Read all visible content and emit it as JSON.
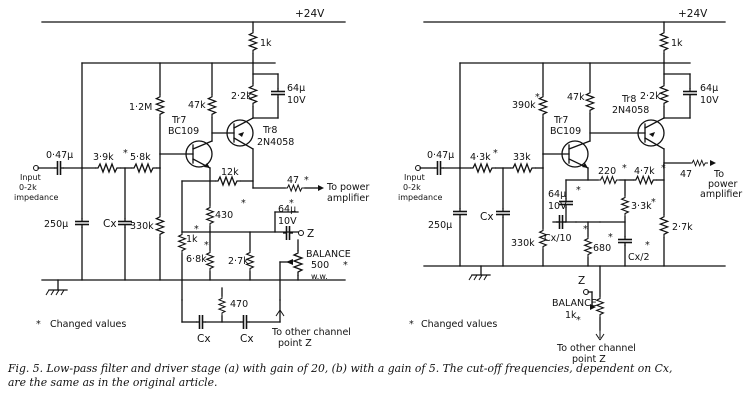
{
  "supply": {
    "a": "+24V",
    "b": "+24V"
  },
  "circuit_a": {
    "input_cap": "0·47µ",
    "input_label": "Input",
    "input_impedance": "0-2k",
    "input_impedance_suffix": "impedance",
    "r_input": "3·9k",
    "r_second": "5·8k",
    "c_shunt_1": "250µ",
    "c_shunt_2": "Cx",
    "r_shunt": "330k",
    "r_bias": "1·2M",
    "r_collector": "47k",
    "r_supply": "1k",
    "r_emitter_load": "2·2k",
    "c_decoupling": "64µ",
    "c_decoupling_v": "10V",
    "tr7": "Tr7",
    "tr7_type": "BC109",
    "tr8": "Tr8",
    "tr8_type": "2N4058",
    "r_feedback": "12k",
    "r_output": "47",
    "output_label": "To power",
    "output_label_2": "amplifier",
    "r_430": "430",
    "r_1k": "1k",
    "r_6k8": "6·8k",
    "r_2k7": "2·7k",
    "c_out": "64µ",
    "c_out_v": "10V",
    "z_point": "Z",
    "balance_label": "BALANCE",
    "balance_value": "500",
    "balance_type": "w.w.",
    "r_470": "470",
    "c_x_1": "Cx",
    "c_x_2": "Cx",
    "other_channel": "To other channel",
    "other_channel_2": "point Z",
    "changed_values": "Changed values"
  },
  "circuit_b": {
    "input_cap": "0·47µ",
    "input_label": "Input",
    "input_impedance": "0-2k",
    "input_impedance_suffix": "impedance",
    "r_bias": "390k",
    "r_input": "4·3k",
    "r_second": "33k",
    "r_collector": "47k",
    "r_supply": "1k",
    "r_emitter_load": "2·2k",
    "c_decoupling": "64µ",
    "c_decoupling_v": "10V",
    "tr7": "Tr7",
    "tr7_type": "BC109",
    "tr8": "Tr8",
    "tr8_type": "2N4058",
    "c_shunt_1": "250µ",
    "c_shunt_2": "Cx",
    "r_shunt": "330k",
    "c_emitter": "64µ",
    "c_emitter_v": "10V",
    "r_220": "220",
    "r_4k7": "4·7k",
    "r_output": "47",
    "output_label": "To",
    "output_label_2": "power",
    "output_label_3": "amplifier",
    "c_x_10": "Cx/10",
    "r_680": "680",
    "r_3k3": "3·3k",
    "c_x_2": "Cx/2",
    "r_2k7": "2·7k",
    "z_point": "Z",
    "balance_label": "BALANCE",
    "balance_value": "1k",
    "other_channel": "To other channel",
    "other_channel_2": "point Z",
    "changed_values": "Changed values"
  },
  "caption": {
    "line1": "Fig. 5. Low-pass filter and driver stage (a) with gain of 20, (b) with a gain of 5. The cut-off frequencies, dependent on Cx,",
    "line2": "are the same as in the original article."
  }
}
